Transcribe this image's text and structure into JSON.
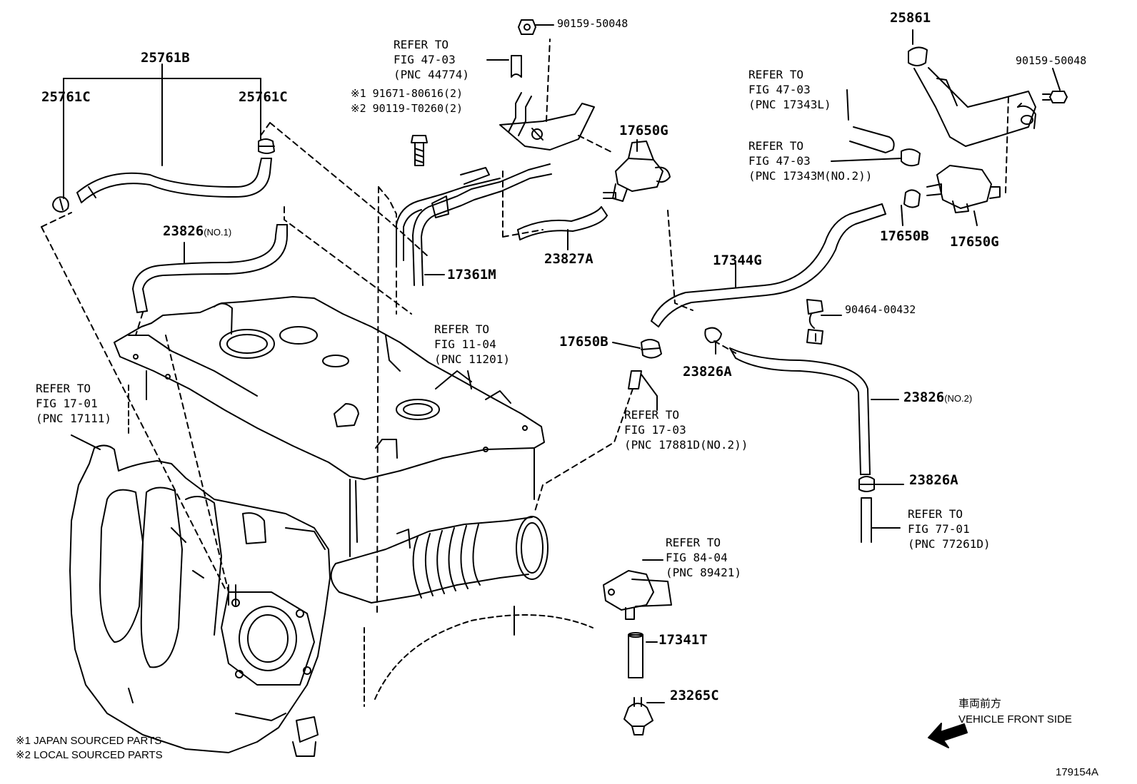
{
  "parts": {
    "p25761B": "25761B",
    "p25761C_left": "25761C",
    "p25761C_right": "25761C",
    "p23826_no1": "23826",
    "p23826_no1_suffix": "(NO.1)",
    "p17361M": "17361M",
    "p90159_top": "90159-50048",
    "p91671": "※1 91671-80616(2)",
    "p90119": "※2 90119-T0260(2)",
    "p17650G_mid": "17650G",
    "p23827A": "23827A",
    "p17344G": "17344G",
    "p17650B_mid": "17650B",
    "p23826A_mid": "23826A",
    "p25861": "25861",
    "p90159_right": "90159-50048",
    "p17650B_right": "17650B",
    "p17650G_right": "17650G",
    "p90464": "90464-00432",
    "p23826_no2": "23826",
    "p23826_no2_suffix": "(NO.2)",
    "p23826A_low": "23826A",
    "p17341T": "17341T",
    "p23265C": "23265C"
  },
  "refs": {
    "r44774": {
      "l1": "REFER TO",
      "l2": "FIG 47-03",
      "l3": "(PNC 44774)"
    },
    "r11201": {
      "l1": "REFER TO",
      "l2": "FIG 11-04",
      "l3": "(PNC 11201)"
    },
    "r17111": {
      "l1": "REFER TO",
      "l2": "FIG 17-01",
      "l3": "(PNC 17111)"
    },
    "r17881": {
      "l1": "REFER TO",
      "l2": "FIG 17-03",
      "l3": "(PNC 17881D(NO.2))"
    },
    "r17343L": {
      "l1": "REFER TO",
      "l2": "FIG 47-03",
      "l3": "(PNC 17343L)"
    },
    "r17343M": {
      "l1": "REFER TO",
      "l2": "FIG 47-03",
      "l3": "(PNC 17343M(NO.2))"
    },
    "r77261": {
      "l1": "REFER TO",
      "l2": "FIG 77-01",
      "l3": "(PNC 77261D)"
    },
    "r89421": {
      "l1": "REFER TO",
      "l2": "FIG 84-04",
      "l3": "(PNC 89421)"
    }
  },
  "notes": {
    "n1": "※1 JAPAN SOURCED PARTS",
    "n2": "※2 LOCAL SOURCED PARTS"
  },
  "front": {
    "jp": "車両前方",
    "en": "VEHICLE FRONT SIDE"
  },
  "figure_id": "179154A"
}
